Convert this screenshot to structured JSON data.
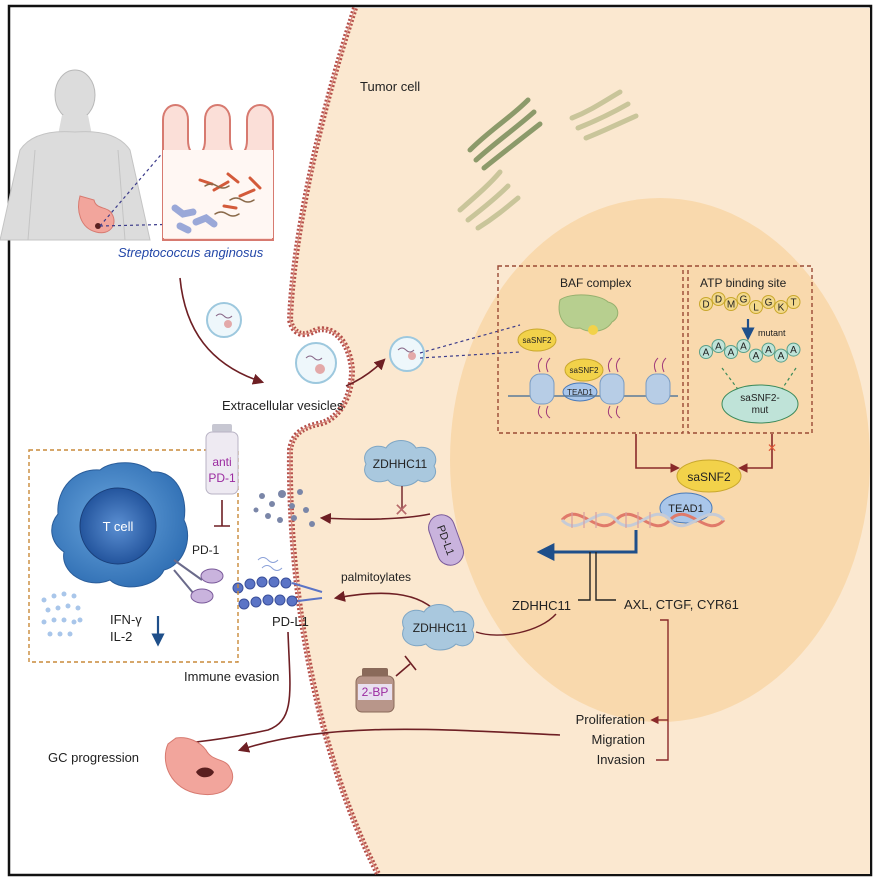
{
  "labels": {
    "tumor_cell": "Tumor cell",
    "bacterium": "Streptococcus anginosus",
    "extracellular_vesicles": "Extracellular vesicles",
    "baf_complex": "BAF complex",
    "atp_binding_site": "ATP binding site",
    "mutant": "mutant",
    "sasnf2": "saSNF2",
    "tead1": "TEAD1",
    "sasnf2_mut_line1": "saSNF2-",
    "sasnf2_mut_line2": "mut",
    "zdhhc11": "ZDHHC11",
    "pd_l1": "PD-L1",
    "pd_1": "PD-1",
    "anti_line1": "anti",
    "anti_line2": "PD-1",
    "t_cell": "T cell",
    "ifn_gamma": "IFN-γ",
    "il_2": "IL-2",
    "palmitoylates": "palmitoylates",
    "two_bp": "2-BP",
    "immune_evasion": "Immune evasion",
    "gc_progression": "GC progression",
    "axl_targets": "AXL, CTGF, CYR61",
    "proliferation": "Proliferation",
    "migration": "Migration",
    "invasion": "Invasion"
  },
  "atp_wildtype": [
    "D",
    "D",
    "M",
    "G",
    "L",
    "G",
    "K",
    "T"
  ],
  "atp_mutant": [
    "A",
    "A",
    "A",
    "A",
    "A",
    "A",
    "A",
    "A"
  ],
  "colors": {
    "tumor_bg": "#fbe8d0",
    "nucleus": "#f9d9ad",
    "membrane": "#b5504a",
    "arrow_dark": "#6e1f24",
    "blue_arrow": "#1f4f8a",
    "dashed_box": "#9a4a35",
    "tcell_box": "#c98a3a",
    "sasnf2_fill": "#f2d24a",
    "tead1_fill": "#a9c6ea",
    "zdhhc11_fill": "#a9c8de",
    "pdl1_fill": "#c9b3dd",
    "drug_text": "#9b2aa0"
  },
  "icons": [
    "human-body-icon",
    "stomach-icon",
    "bacteria-icon",
    "vesicle-icon",
    "mitochondria-icon",
    "nucleosome-icon",
    "dna-icon",
    "t-cell-icon",
    "antibody-vial-icon",
    "drug-bottle-icon",
    "inhibition-x-icon"
  ]
}
